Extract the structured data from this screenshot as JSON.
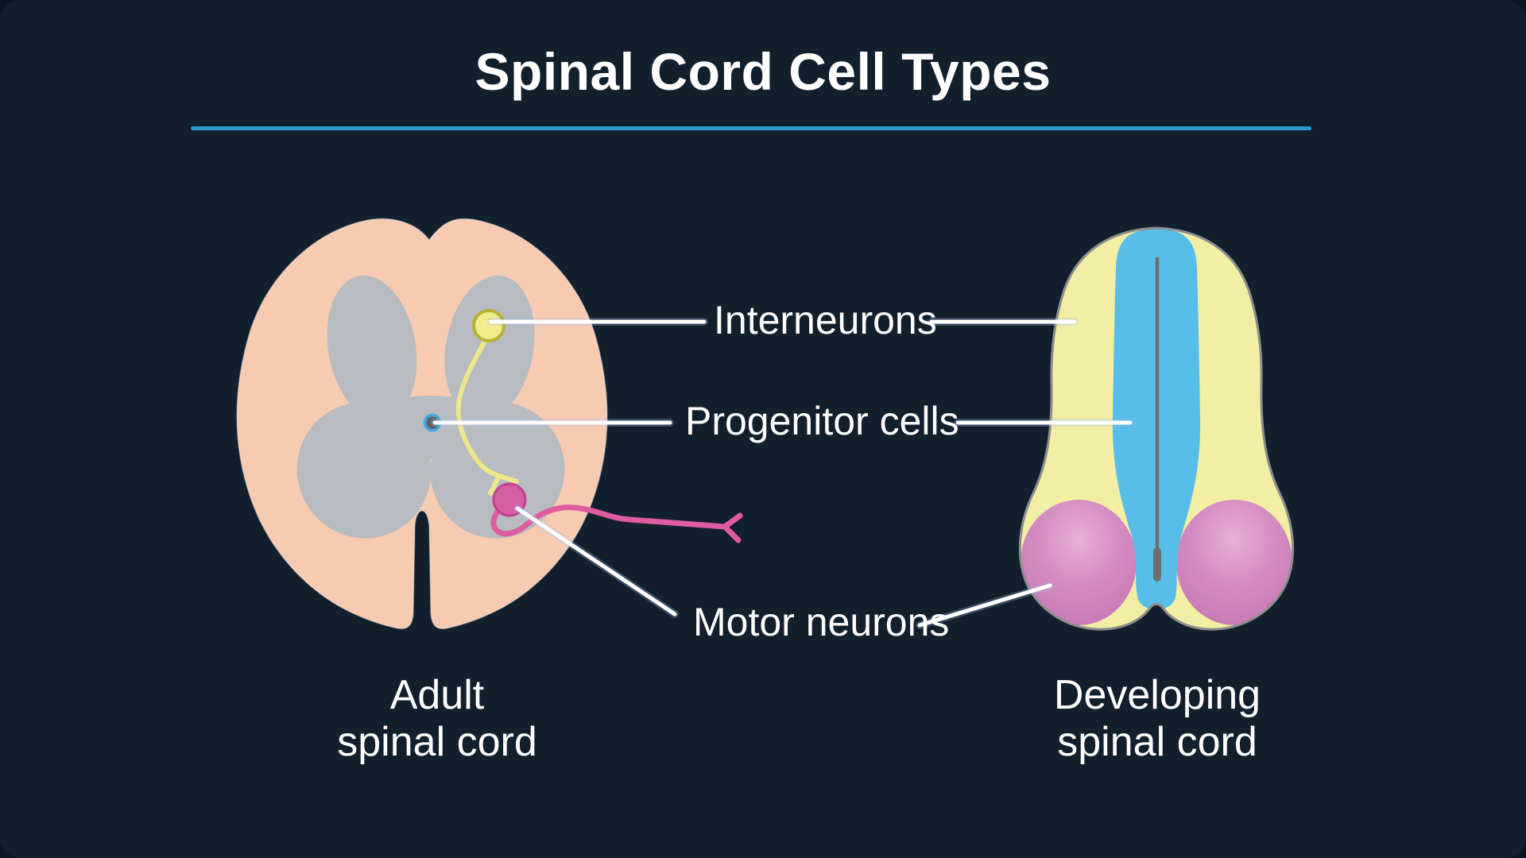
{
  "title": "Spinal Cord Cell Types",
  "callouts": {
    "interneurons": {
      "label": "Interneurons"
    },
    "progenitor_cells": {
      "label": "Progenitor cells"
    },
    "motor_neurons": {
      "label": "Motor neurons"
    }
  },
  "figures": {
    "adult": {
      "caption_line1": "Adult",
      "caption_line2": "spinal cord"
    },
    "developing": {
      "caption_line1": "Developing",
      "caption_line2": "spinal cord"
    }
  },
  "colors": {
    "background": "#121f2d",
    "title_text": "#ffffff",
    "title_underline": "#2e9acf",
    "adult_white_matter": "#f7cbb1",
    "adult_gray_matter": "#b8bbc0",
    "interneuron_cell": "#f0ec8e",
    "interneuron_outline": "#b8b135",
    "interneuron_axon": "#ece78a",
    "motor_neuron_cell": "#d55fa3",
    "motor_neuron_outline": "#c2418f",
    "motor_axon": "#de5c9f",
    "progenitor_ring": "#3fa8dc",
    "developing_mantle": "#f2eea4",
    "developing_outline": "#8d8d8d",
    "developing_ventricular_zone": "#56bee8",
    "developing_motor_domain": "#cc7fb9",
    "callout_line": "#ffffff"
  }
}
